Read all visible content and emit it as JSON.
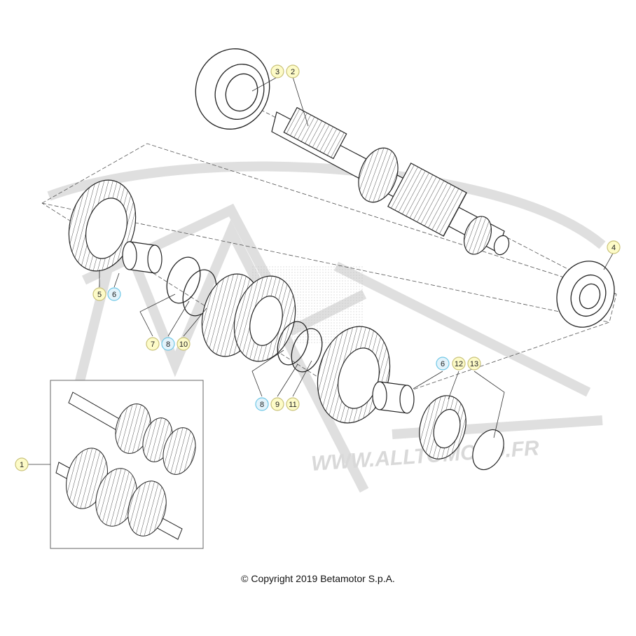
{
  "watermark": {
    "text": "WWW.ALLTOMOTO.FR",
    "color": "#d9d9d9"
  },
  "colors": {
    "callout_yellow": "#fdfbc8",
    "callout_yellow_stroke": "#c9c27a",
    "callout_blue": "#e3f3fb",
    "callout_blue_stroke": "#6fc7e6",
    "line": "#333333"
  },
  "callouts": [
    {
      "label": "3",
      "style": "yellow"
    },
    {
      "label": "2",
      "style": "yellow"
    },
    {
      "label": "4",
      "style": "yellow"
    },
    {
      "label": "5",
      "style": "yellow"
    },
    {
      "label": "6",
      "style": "blue"
    },
    {
      "label": "7",
      "style": "yellow"
    },
    {
      "label": "8",
      "style": "blue"
    },
    {
      "label": "10",
      "style": "yellow"
    },
    {
      "label": "8",
      "style": "blue"
    },
    {
      "label": "9",
      "style": "yellow"
    },
    {
      "label": "11",
      "style": "yellow"
    },
    {
      "label": "6",
      "style": "blue"
    },
    {
      "label": "12",
      "style": "yellow"
    },
    {
      "label": "13",
      "style": "yellow"
    },
    {
      "label": "1",
      "style": "yellow"
    }
  ],
  "footer": {
    "copyright": "© Copyright 2019 Betamotor S.p.A."
  }
}
